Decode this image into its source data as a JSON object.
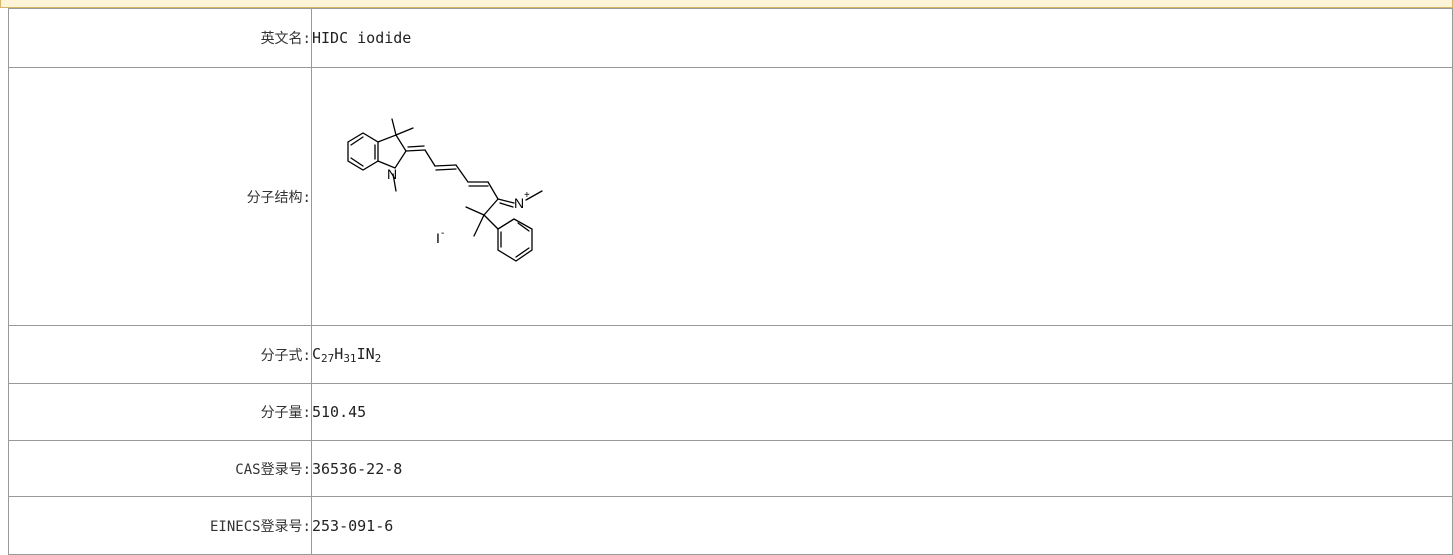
{
  "rows": {
    "english_name": {
      "label": "英文名:",
      "value": "HIDC iodide"
    },
    "structure": {
      "label": "分子结构:"
    },
    "formula": {
      "label": "分子式:",
      "c": "C",
      "c_sub": "27",
      "h": "H",
      "h_sub": "31",
      "i": "IN",
      "n_sub": "2"
    },
    "mol_weight": {
      "label": "分子量:",
      "value": "510.45"
    },
    "cas": {
      "label": "CAS登录号:",
      "value": "36536-22-8"
    },
    "einecs": {
      "label": "EINECS登录号:",
      "value": "253-091-6"
    }
  },
  "molecule": {
    "atom_n1": "N",
    "atom_n2": "N",
    "charge_plus": "+",
    "counter_ion": "I",
    "charge_minus": "-"
  }
}
